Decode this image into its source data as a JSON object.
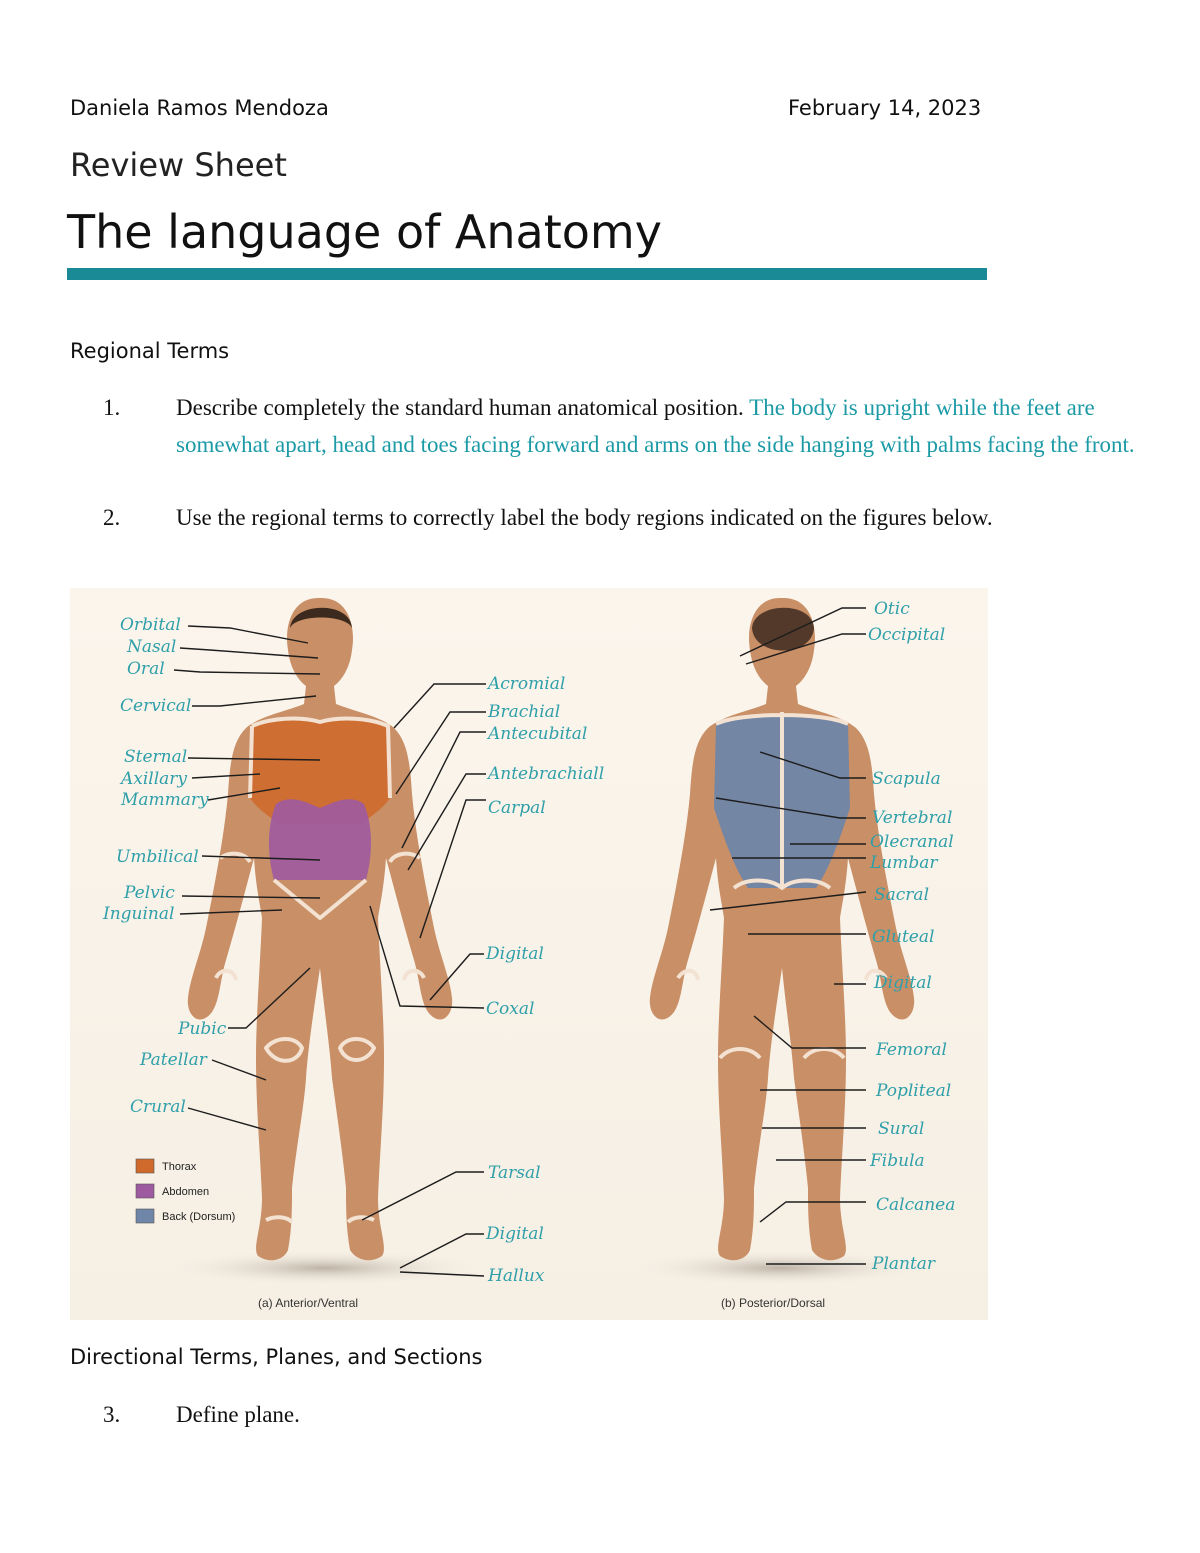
{
  "header": {
    "author": "Daniela Ramos Mendoza",
    "date": "February 14, 2023",
    "subtitle": "Review Sheet",
    "title": "The language of Anatomy"
  },
  "section1": {
    "heading": "Regional Terms",
    "questions": [
      {
        "num": "1.",
        "prompt": "Describe completely the standard human anatomical position.",
        "answer": "The body is upright while the feet are somewhat apart, head and toes facing forward and arms on the side hanging with palms facing the front."
      },
      {
        "num": "2.",
        "prompt": "Use the regional terms to correctly label the body regions indicated on the figures below."
      }
    ]
  },
  "figure": {
    "anterior_left_labels": [
      "Orbital",
      "Nasal",
      "Oral",
      "Cervical",
      "Sternal",
      "Axillary",
      "Mammary",
      "Umbilical",
      "Pelvic",
      "Inguinal",
      "Pubic",
      "Patellar",
      "Crural"
    ],
    "anterior_right_labels": [
      "Acromial",
      "Brachial",
      "Antecubital",
      "Antebrachiall",
      "Carpal",
      "Digital",
      "Coxal",
      "Tarsal",
      "Digital",
      "Hallux"
    ],
    "posterior_labels": [
      "Otic",
      "Occipital",
      "Scapula",
      "Vertebral",
      "Olecranal",
      "Lumbar",
      "Sacral",
      "Gluteal",
      "Digital",
      "Femoral",
      "Popliteal",
      "Sural",
      "Fibula",
      "Calcanea",
      "Plantar"
    ],
    "legend": [
      {
        "label": "Thorax",
        "color": "#cf6a2c"
      },
      {
        "label": "Abdomen",
        "color": "#9d5aa0"
      },
      {
        "label": "Back (Dorsum)",
        "color": "#6f86a8"
      }
    ],
    "caption_a": "(a) Anterior/Ventral",
    "caption_b": "(b) Posterior/Dorsal"
  },
  "section2": {
    "heading": "Directional Terms, Planes, and Sections",
    "questions": [
      {
        "num": "3.",
        "prompt": "Define plane."
      }
    ]
  }
}
